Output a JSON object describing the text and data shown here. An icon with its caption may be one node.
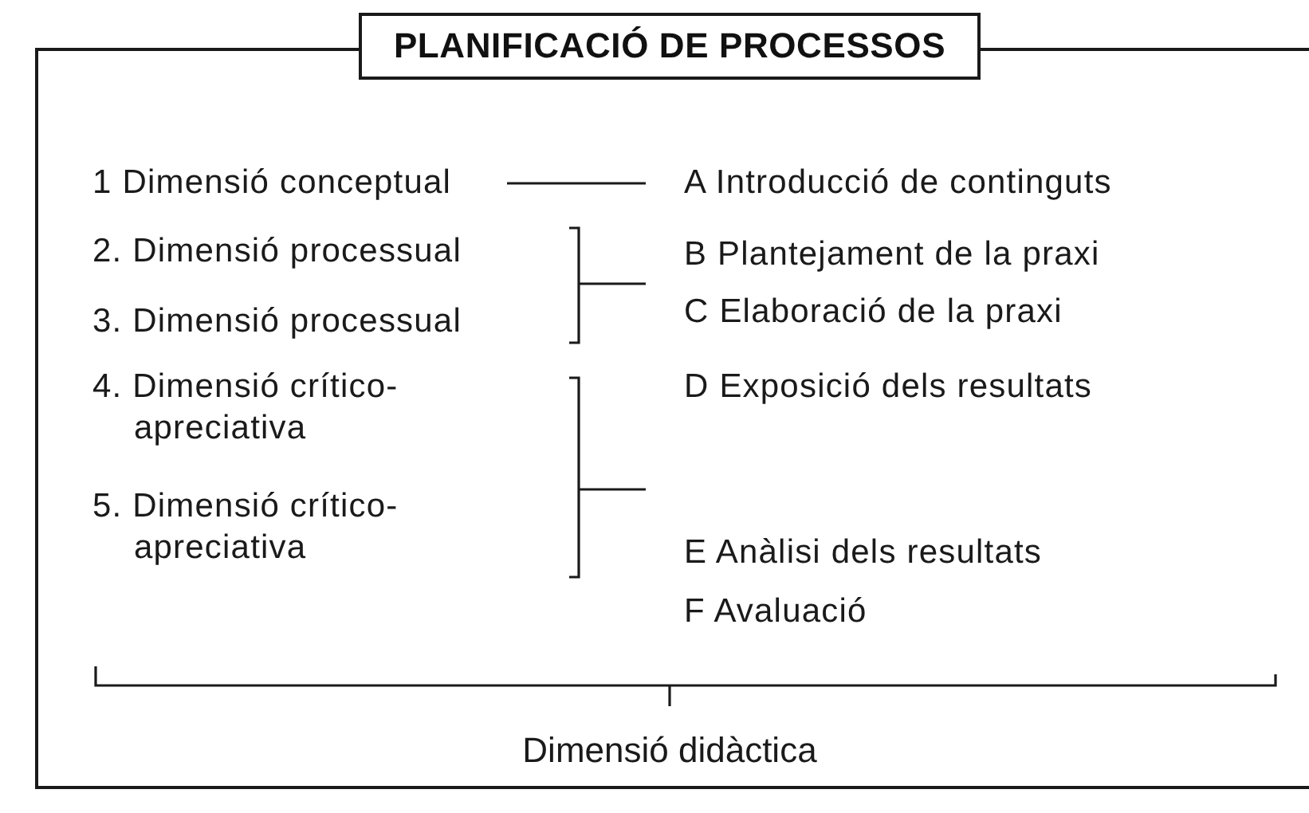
{
  "diagram": {
    "title": "PLANIFICACIÓ DE PROCESSOS",
    "nodes": [
      {
        "text": [
          "1 Dimensió conceptual"
        ]
      },
      {
        "text": [
          "2. Dimensió processual"
        ]
      },
      {
        "text": [
          "3. Dimensió processual"
        ]
      },
      {
        "text": [
          "4. Dimensió crítico-apreciativa"
        ]
      },
      {
        "text": [
          "5. Dimensió crítico-apreciativa"
        ]
      },
      {
        "text": [
          "A Introducció de continguts"
        ]
      },
      {
        "text": [
          "B Plantejament de la praxi"
        ]
      },
      {
        "text": [
          "C Elaboració de la praxi"
        ]
      },
      {
        "text": [
          "D Exposició dels resultats"
        ]
      },
      {
        "text": [
          "E Anàlisi dels resultats"
        ]
      },
      {
        "text": [
          "F Avaluació"
        ]
      }
    ],
    "edges": [
      {
        "from": 0,
        "to": 5,
        "arrow": "none"
      }
    ],
    "labels": [
      "Dimensió didàctica"
    ]
  }
}
